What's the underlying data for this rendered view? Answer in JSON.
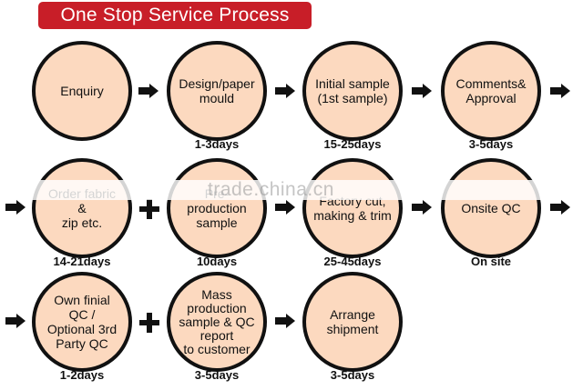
{
  "title": "One Stop Service Process",
  "watermark": "trade.china.cn",
  "colors": {
    "banner": "#c81e28",
    "node_fill": "#fcd9bf",
    "ink": "#111111"
  },
  "steps": [
    {
      "label": "Enquiry",
      "duration": ""
    },
    {
      "label": "Design/paper\nmould",
      "duration": "1-3days"
    },
    {
      "label": "Initial sample\n(1st sample)",
      "duration": "15-25days"
    },
    {
      "label": "Comments&\nApproval",
      "duration": "3-5days"
    },
    {
      "label": "Order fabric &\nzip etc.",
      "duration": "14-21days"
    },
    {
      "label": "Pre-production\nsample",
      "duration": "10days"
    },
    {
      "label": "Factory cut,\nmaking & trim",
      "duration": "25-45days"
    },
    {
      "label": "Onsite QC",
      "duration": "On site"
    },
    {
      "label": "Own finial QC /\nOptional 3rd\nParty QC",
      "duration": "1-2days"
    },
    {
      "label": "Mass\nproduction\nsample & QC\nreport\nto customer",
      "duration": "3-5days"
    },
    {
      "label": "Arrange\nshipment",
      "duration": "3-5days"
    }
  ]
}
